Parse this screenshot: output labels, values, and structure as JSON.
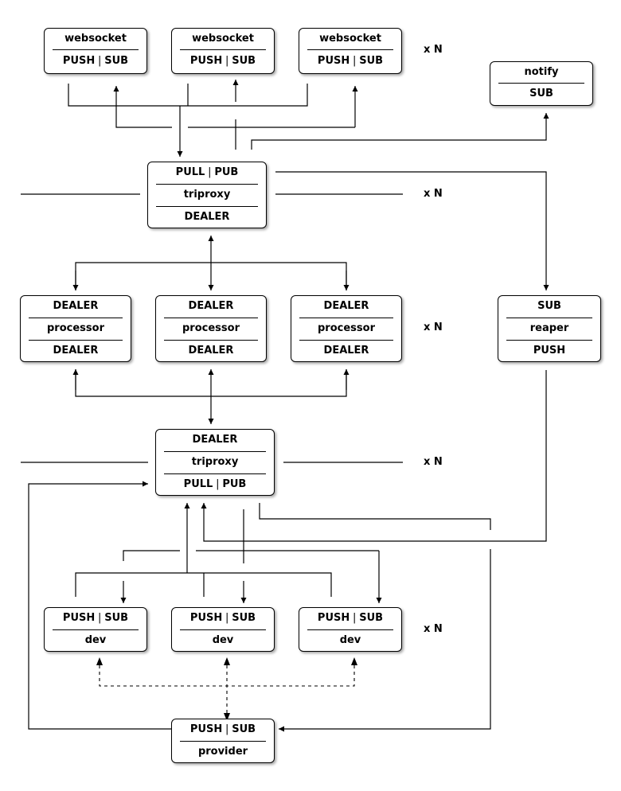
{
  "multiplier": "x N",
  "websockets": [
    {
      "title": "websocket",
      "left": "PUSH",
      "right": "SUB"
    },
    {
      "title": "websocket",
      "left": "PUSH",
      "right": "SUB"
    },
    {
      "title": "websocket",
      "left": "PUSH",
      "right": "SUB"
    }
  ],
  "notify": {
    "title": "notify",
    "bottom": "SUB"
  },
  "triproxy_top": {
    "left": "PULL",
    "right": "PUB",
    "title": "triproxy",
    "bottom": "DEALER"
  },
  "processors": [
    {
      "top": "DEALER",
      "title": "processor",
      "bottom": "DEALER"
    },
    {
      "top": "DEALER",
      "title": "processor",
      "bottom": "DEALER"
    },
    {
      "top": "DEALER",
      "title": "processor",
      "bottom": "DEALER"
    }
  ],
  "reaper": {
    "top": "SUB",
    "title": "reaper",
    "bottom": "PUSH"
  },
  "triproxy_bottom": {
    "top": "DEALER",
    "title": "triproxy",
    "left": "PULL",
    "right": "PUB"
  },
  "devs": [
    {
      "left": "PUSH",
      "right": "SUB",
      "title": "dev"
    },
    {
      "left": "PUSH",
      "right": "SUB",
      "title": "dev"
    },
    {
      "left": "PUSH",
      "right": "SUB",
      "title": "dev"
    }
  ],
  "provider": {
    "left": "PUSH",
    "right": "SUB",
    "title": "provider"
  }
}
